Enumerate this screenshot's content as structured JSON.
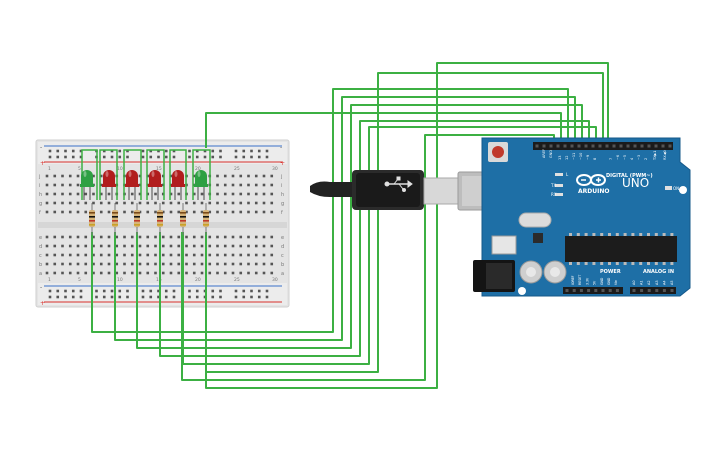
{
  "board": {
    "logo": "ARDUINO",
    "model": "UNO",
    "digital_label": "DIGITAL (PWM~)",
    "power_label": "POWER",
    "analog_label": "ANALOG IN",
    "on_label": "ON",
    "l_label": "L",
    "tx_label": "TX",
    "rx_label": "RX",
    "aref_label": "AREF",
    "gnd_label": "GND",
    "top_pins": [
      "13",
      "12",
      "~11",
      "~10",
      "~9",
      "8",
      "7",
      "~6",
      "~5",
      "4",
      "~3",
      "2",
      "TX▶1",
      "RX◀0"
    ],
    "power_pins": [
      "IOREF",
      "RESET",
      "3.3V",
      "5V",
      "GND",
      "GND",
      "Vin"
    ],
    "analog_pins": [
      "A0",
      "A1",
      "A2",
      "A3",
      "A4",
      "A5"
    ]
  },
  "breadboard": {
    "row_letters_top": [
      "j",
      "i",
      "h",
      "g",
      "f"
    ],
    "row_letters_bottom": [
      "e",
      "d",
      "c",
      "b",
      "a"
    ],
    "col_numbers": [
      "1",
      "5",
      "10",
      "15",
      "20",
      "25",
      "30"
    ],
    "plus": "+",
    "minus": "-"
  },
  "leds": [
    {
      "color": "#2ea043",
      "name": "green"
    },
    {
      "color": "#b11d1d",
      "name": "red"
    },
    {
      "color": "#b11d1d",
      "name": "red"
    },
    {
      "color": "#b11d1d",
      "name": "red"
    },
    {
      "color": "#b11d1d",
      "name": "red"
    },
    {
      "color": "#2ea043",
      "name": "green"
    }
  ],
  "colors": {
    "wire": "#3cb043",
    "board": "#1e6fa6",
    "board_dark": "#15588a",
    "breadboard": "#e9e9e9",
    "rail_red": "#d9302c",
    "rail_blue": "#3a6fc9"
  }
}
